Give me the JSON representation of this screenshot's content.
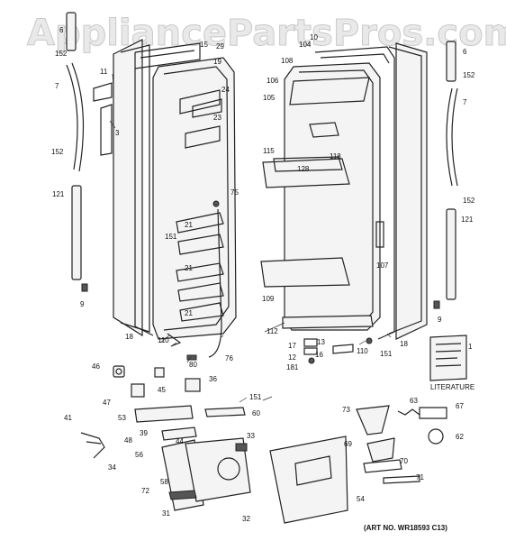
{
  "watermark": "AppliancePartsPros.com",
  "art_note": "(ART NO. WR18593 C13)",
  "literature_label": "LITERATURE",
  "callouts": {
    "c1": "1",
    "c3": "3",
    "c6l": "6",
    "c6r": "6",
    "c7l": "7",
    "c7r": "7",
    "c9l": "9",
    "c9r": "9",
    "c10": "10",
    "c11": "11",
    "c12": "12",
    "c13": "13",
    "c15": "15",
    "c16": "16",
    "c17": "17",
    "c18l": "18",
    "c18r": "18",
    "c19": "19",
    "c21a": "21",
    "c21b": "21",
    "c21c": "21",
    "c23": "23",
    "c24": "24",
    "c29": "29",
    "c31": "31",
    "c32": "32",
    "c33": "33",
    "c34": "34",
    "c36": "36",
    "c39": "39",
    "c41": "41",
    "c44": "44",
    "c45": "45",
    "c46": "46",
    "c47": "47",
    "c48": "48",
    "c53": "53",
    "c54": "54",
    "c56": "56",
    "c58": "58",
    "c60": "60",
    "c62": "62",
    "c63": "63",
    "c67": "67",
    "c69": "69",
    "c70": "70",
    "c71": "71",
    "c72": "72",
    "c73": "73",
    "c75": "75",
    "c76": "76",
    "c80": "80",
    "c104": "104",
    "c105": "105",
    "c106": "106",
    "c107": "107",
    "c108": "108",
    "c109": "109",
    "c110l": "110",
    "c110r": "110",
    "c112": "112",
    "c115": "115",
    "c118": "118",
    "c121l": "121",
    "c121r": "121",
    "c128": "128",
    "c151a": "151",
    "c151b": "151",
    "c151c": "151",
    "c152a": "152",
    "c152b": "152",
    "c152c": "152",
    "c152d": "152",
    "c181": "181"
  }
}
